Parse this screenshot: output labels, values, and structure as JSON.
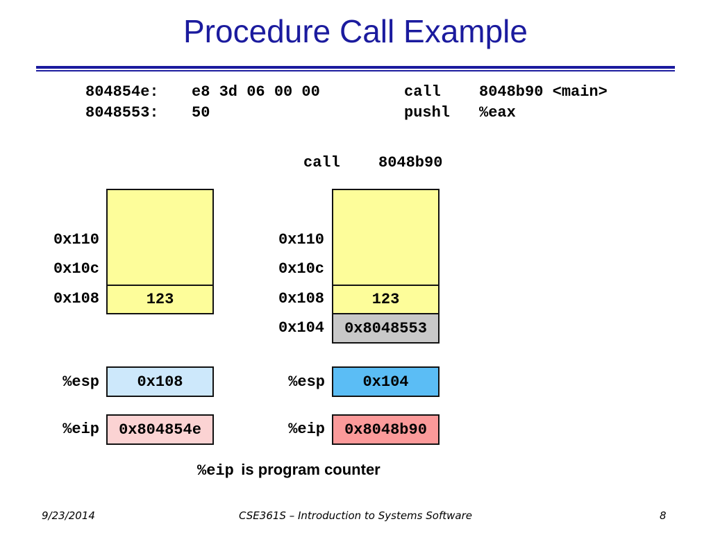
{
  "slide": {
    "title": "Procedure Call Example",
    "code": [
      {
        "addr": "804854e:",
        "bytes": "e8 3d 06 00 00",
        "op": "call",
        "operand": "8048b90 <main>"
      },
      {
        "addr": "8048553:",
        "bytes": "50",
        "op": "pushl",
        "operand": "%eax"
      }
    ],
    "instruction_caption": {
      "op": "call",
      "operand": "8048b90"
    },
    "before": {
      "stack_labels": [
        "0x110",
        "0x10c",
        "0x108"
      ],
      "stack_value": "123",
      "esp_label": "%esp",
      "esp_value": "0x108",
      "eip_label": "%eip",
      "eip_value": "0x804854e"
    },
    "after": {
      "stack_labels": [
        "0x110",
        "0x10c",
        "0x108",
        "0x104"
      ],
      "stack_value": "123",
      "pushed_value": "0x8048553",
      "esp_label": "%esp",
      "esp_value": "0x104",
      "eip_label": "%eip",
      "eip_value": "0x8048b90"
    },
    "note": {
      "code": "%eip",
      "text": "is program counter"
    },
    "footer": {
      "date": "9/23/2014",
      "course": "CSE361S – Introduction to Systems Software",
      "page": "8"
    },
    "colors": {
      "title": "#1b1b9e",
      "stack_fill": "#fdfd9a",
      "pushed_fill": "#c8c8c8",
      "esp_before": "#cde8fb",
      "esp_after": "#5bbdf5",
      "eip_before": "#fbd3d3",
      "eip_after": "#fb9a9a"
    }
  }
}
